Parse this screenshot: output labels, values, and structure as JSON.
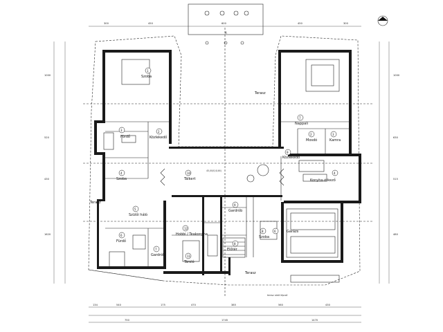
{
  "rooms": [
    {
      "label": "Szoba",
      "num": "1"
    },
    {
      "label": "Nappali",
      "num": "7"
    },
    {
      "label": "Fürdő",
      "num": "3"
    },
    {
      "label": "Közlekedő",
      "num": "2"
    },
    {
      "label": "Szoba",
      "num": "4"
    },
    {
      "label": "Tálkert",
      "num": "10"
    },
    {
      "label": "Közlekedő",
      "num": "9"
    },
    {
      "label": "Mosdó",
      "num": "2"
    },
    {
      "label": "Kamra",
      "num": "3"
    },
    {
      "label": "Konyha-étkező",
      "num": "4"
    },
    {
      "label": "Terasz",
      "num": ""
    },
    {
      "label": "Terasz",
      "num": ""
    },
    {
      "label": "Szülői háló",
      "num": "5"
    },
    {
      "label": "Fürdő",
      "num": "6"
    },
    {
      "label": "Gardrób",
      "num": "7"
    },
    {
      "label": "Hobbi / Teakonyha",
      "num": "12"
    },
    {
      "label": "Tároló",
      "num": "11"
    },
    {
      "label": "Szoba",
      "num": "8"
    },
    {
      "label": "Garázs",
      "num": "6"
    },
    {
      "label": "Terasz",
      "num": ""
    },
    {
      "label": "Gardrób",
      "num": "9"
    },
    {
      "label": "Előtér",
      "num": "8"
    }
  ],
  "north_marker": "A",
  "dims_top": [
    "300",
    "450",
    "600",
    "450",
    "300"
  ],
  "dims_bottom_1": [
    "134",
    "540",
    "175",
    "470",
    "385",
    "560",
    "430"
  ],
  "dims_bottom_2": [
    "750",
    "1745",
    "1470"
  ],
  "dims_left": [
    "1000",
    "520",
    "430",
    "1620"
  ],
  "dims_right": [
    "1000",
    "630",
    "515",
    "480"
  ],
  "notes": {
    "center": "45,00/0,0(46)",
    "bottom": "terasz alatt lépcső"
  }
}
